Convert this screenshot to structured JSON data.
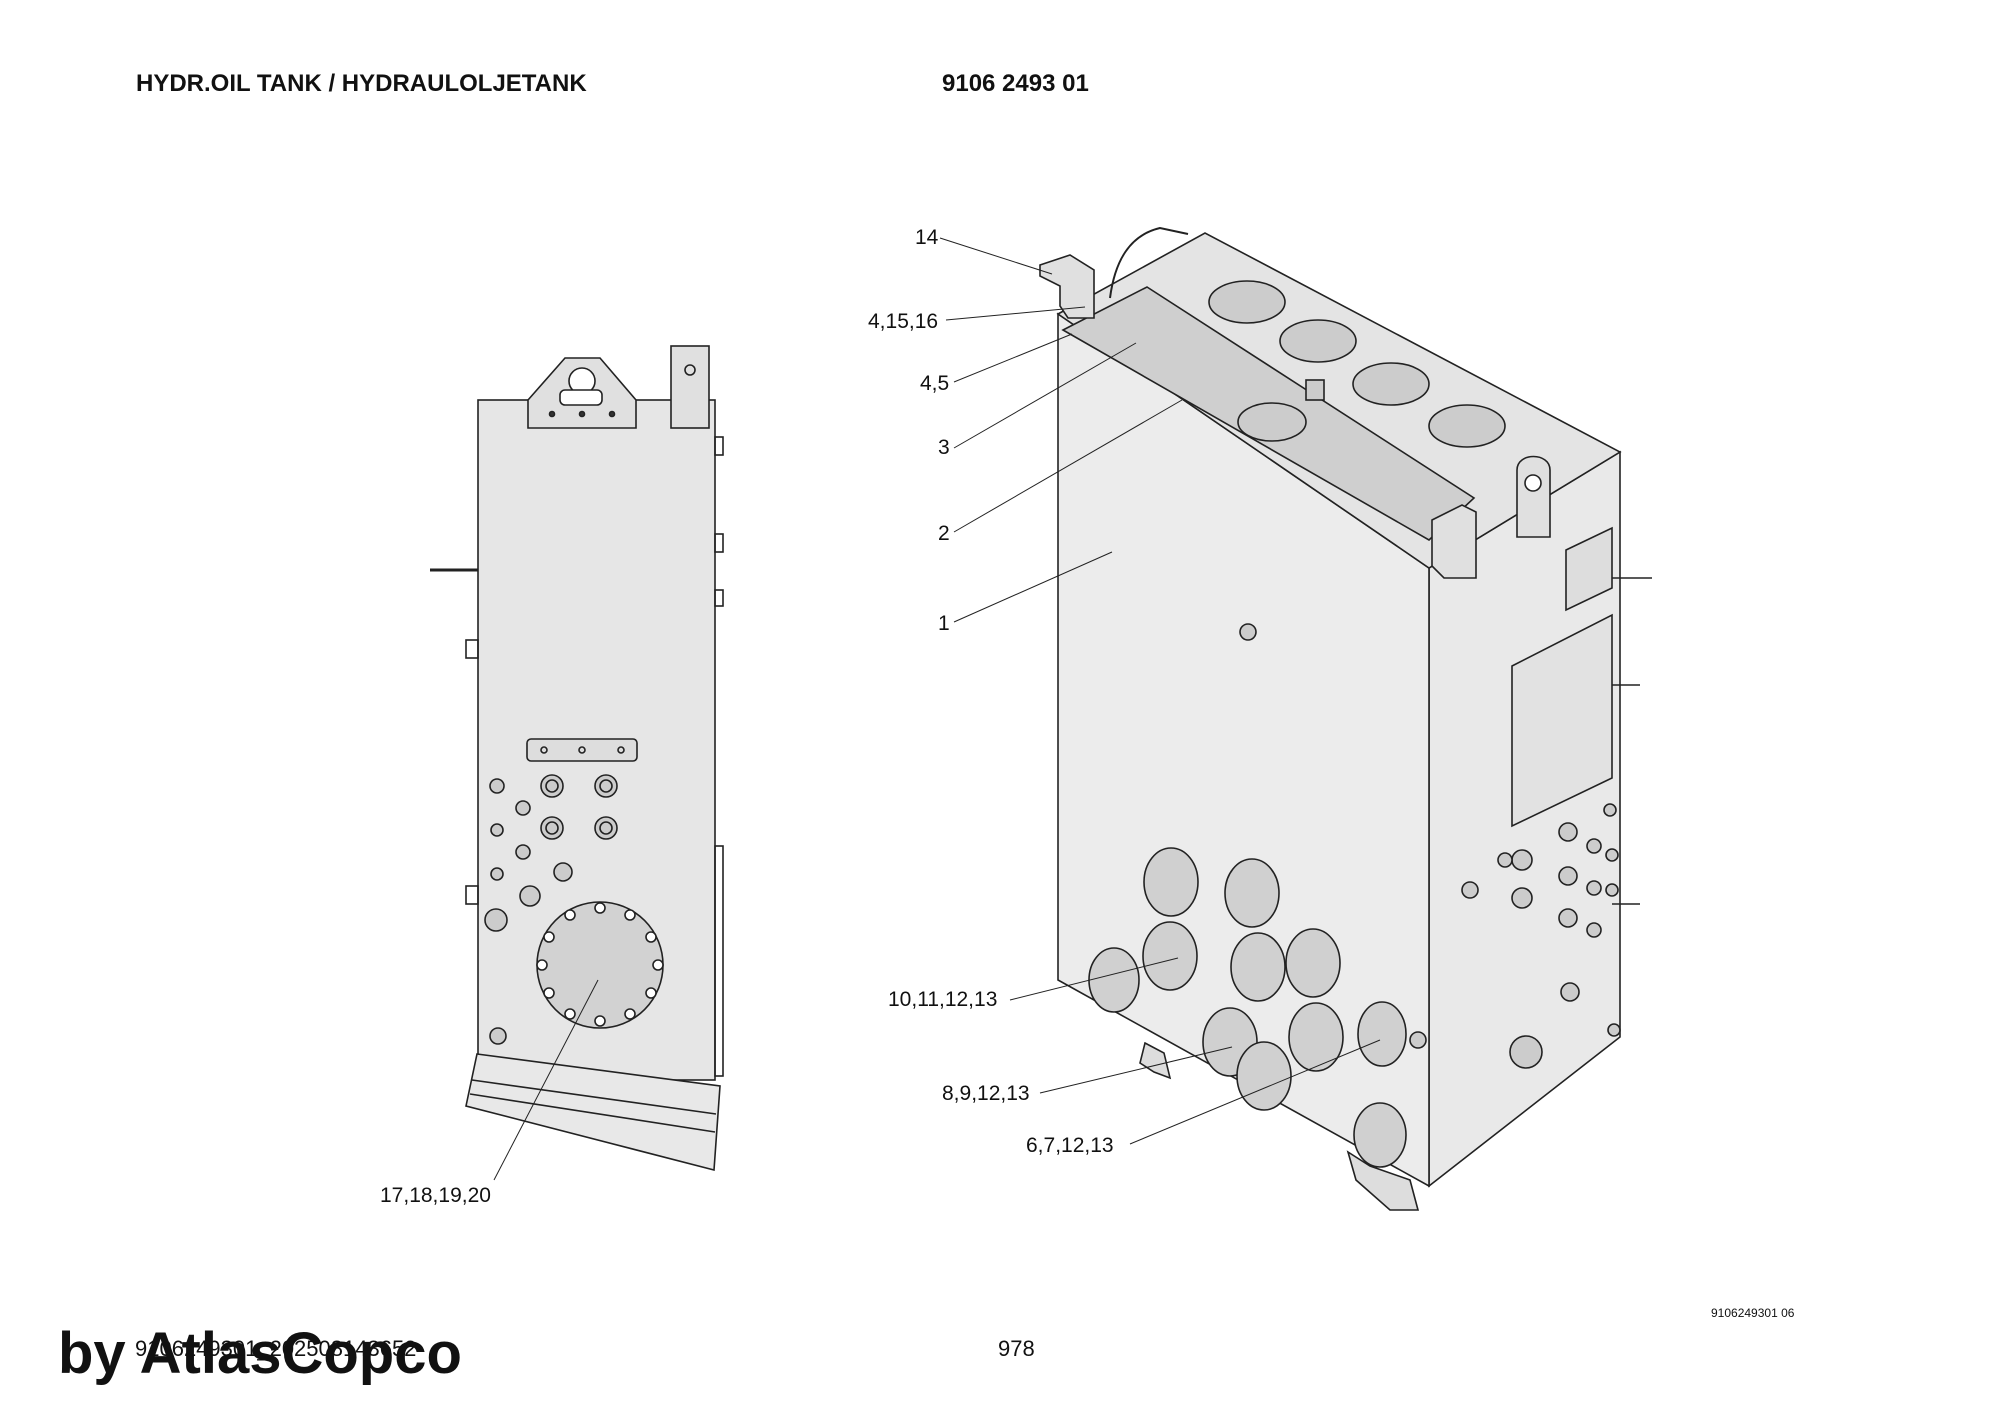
{
  "header": {
    "title": "HYDR.OIL TANK / HYDRAULOLJETANK",
    "part_number": "9106 2493 01"
  },
  "callouts": {
    "c14": "14",
    "c4_15_16": "4,15,16",
    "c4_5": "4,5",
    "c3": "3",
    "c2": "2",
    "c1": "1",
    "c10_11_12_13": "10,11,12,13",
    "c8_9_12_13": "8,9,12,13",
    "c6_7_12_13": "6,7,12,13",
    "c17_18_19_20": "17,18,19,20"
  },
  "footer": {
    "drawing_ref": "9106249301 06",
    "doc_id": "9106249301_202508143652",
    "page_number": "978",
    "watermark": "by AtlasCopco"
  }
}
